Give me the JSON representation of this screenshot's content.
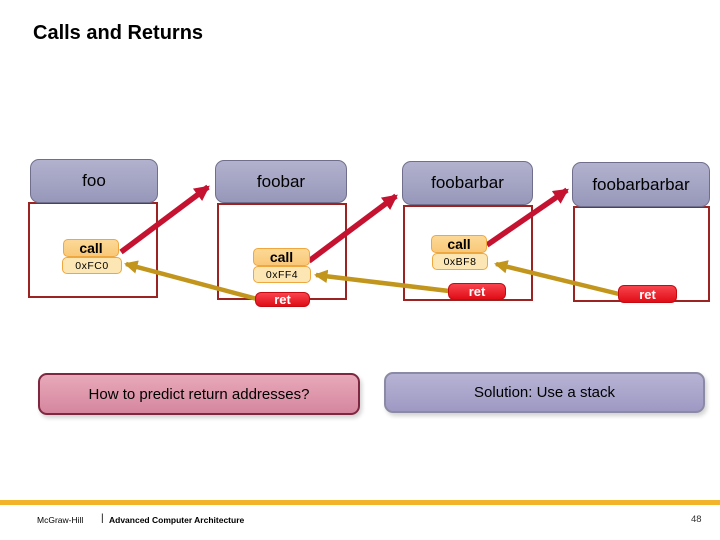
{
  "title": "Calls and Returns",
  "frames": [
    {
      "name": "foo",
      "call": "call",
      "addr": "0xFC0"
    },
    {
      "name": "foobar",
      "call": "call",
      "addr": "0xFF4",
      "ret": "ret"
    },
    {
      "name": "foobarbar",
      "call": "call",
      "addr": "0xBF8",
      "ret": "ret"
    },
    {
      "name": "foobarbarbar",
      "ret": "ret"
    }
  ],
  "callouts": {
    "question": "How to predict return addresses?",
    "solution": "Solution: Use a stack"
  },
  "footer": {
    "brand": "McGraw-Hill",
    "separator": "|",
    "course": "Advanced Computer Architecture",
    "page": "48"
  },
  "colors": {
    "call_arrow": "#c41230",
    "return_arrow": "#c2951c",
    "accent_bar": "#f2b42a",
    "frame_border": "#9b2423",
    "header_fill": "#a3a3c4",
    "call_chip": "#fbd189",
    "addr_chip": "#fce7b4",
    "ret_chip": "#e8121f",
    "question_fill": "#dd92a9",
    "solution_fill": "#aaa5ca"
  }
}
